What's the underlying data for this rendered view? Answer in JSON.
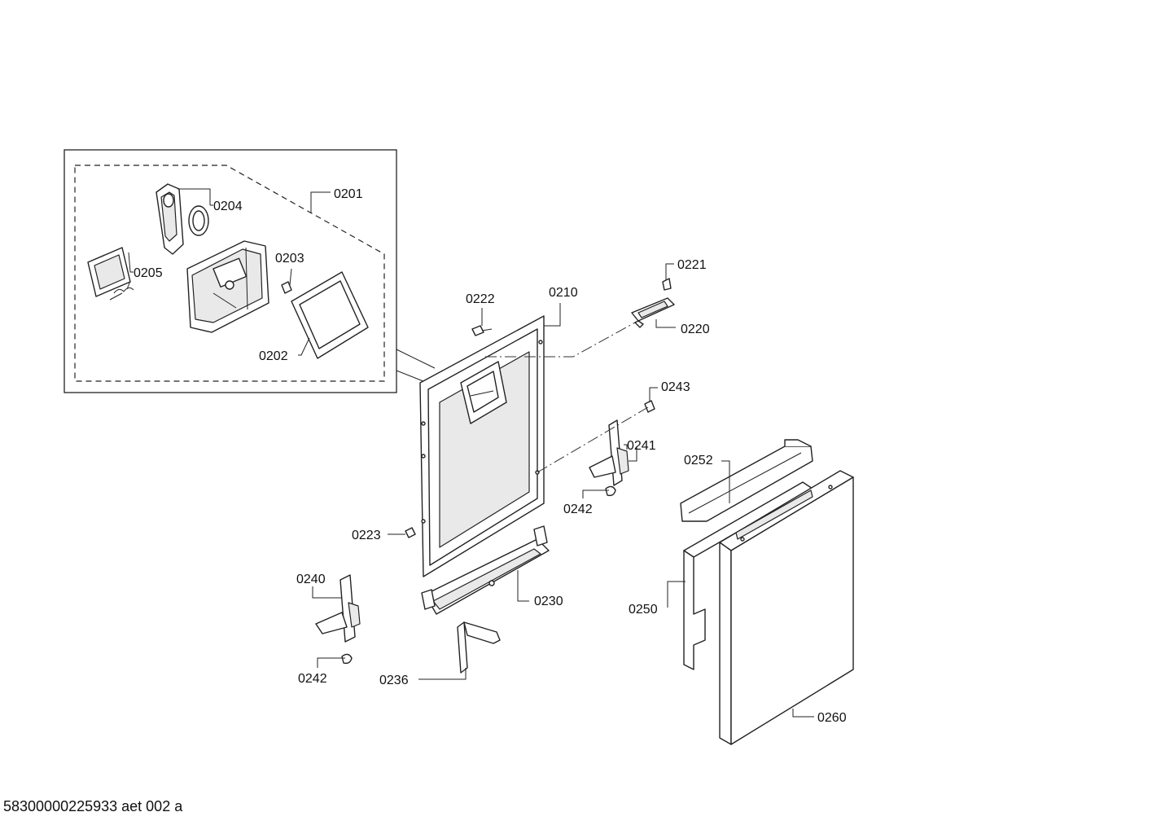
{
  "labels": {
    "p0201": "0201",
    "p0202": "0202",
    "p0203": "0203",
    "p0204": "0204",
    "p0205": "0205",
    "p0210": "0210",
    "p0220": "0220",
    "p0221": "0221",
    "p0222": "0222",
    "p0223": "0223",
    "p0230": "0230",
    "p0236": "0236",
    "p0240": "0240",
    "p0241": "0241",
    "p0242a": "0242",
    "p0242b": "0242",
    "p0243": "0243",
    "p0250": "0250",
    "p0252": "0252",
    "p0260": "0260"
  },
  "footer": {
    "drawing_id": "58300000225933 aet 002 a"
  }
}
